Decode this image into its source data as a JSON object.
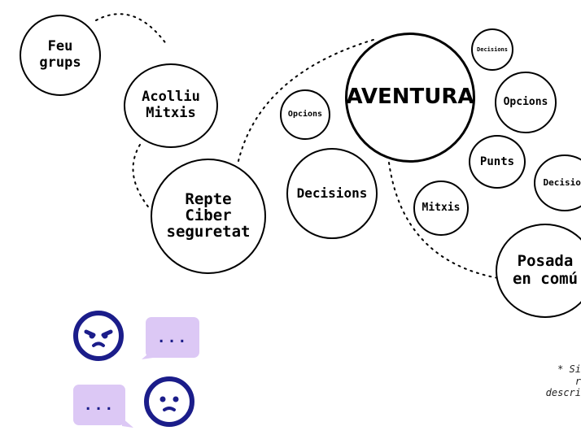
{
  "nodes": {
    "feu_grups": "Feu\ngrups",
    "acolliu_mitxis": "Acolliu\nMitxis",
    "repte": "Repte\nCiber\nseguretat",
    "opcions_small": "Opcions",
    "decisions_mid": "Decisions",
    "aventura": "AVENTURA",
    "decisions_tiny": "Decisions",
    "opcions_right": "Opcions",
    "punts": "Punts",
    "decisions_edge": "Decision",
    "mitxis": "Mitxis",
    "posada": "Posada\nen comú"
  },
  "note": {
    "line1": "* Si",
    "line2": "r",
    "line3": "descri"
  },
  "chat": {
    "bubble1": "...",
    "bubble2": "..."
  },
  "colors": {
    "face": "#1b1d8a",
    "bubble": "#dcc8f5",
    "stroke": "#000000"
  }
}
